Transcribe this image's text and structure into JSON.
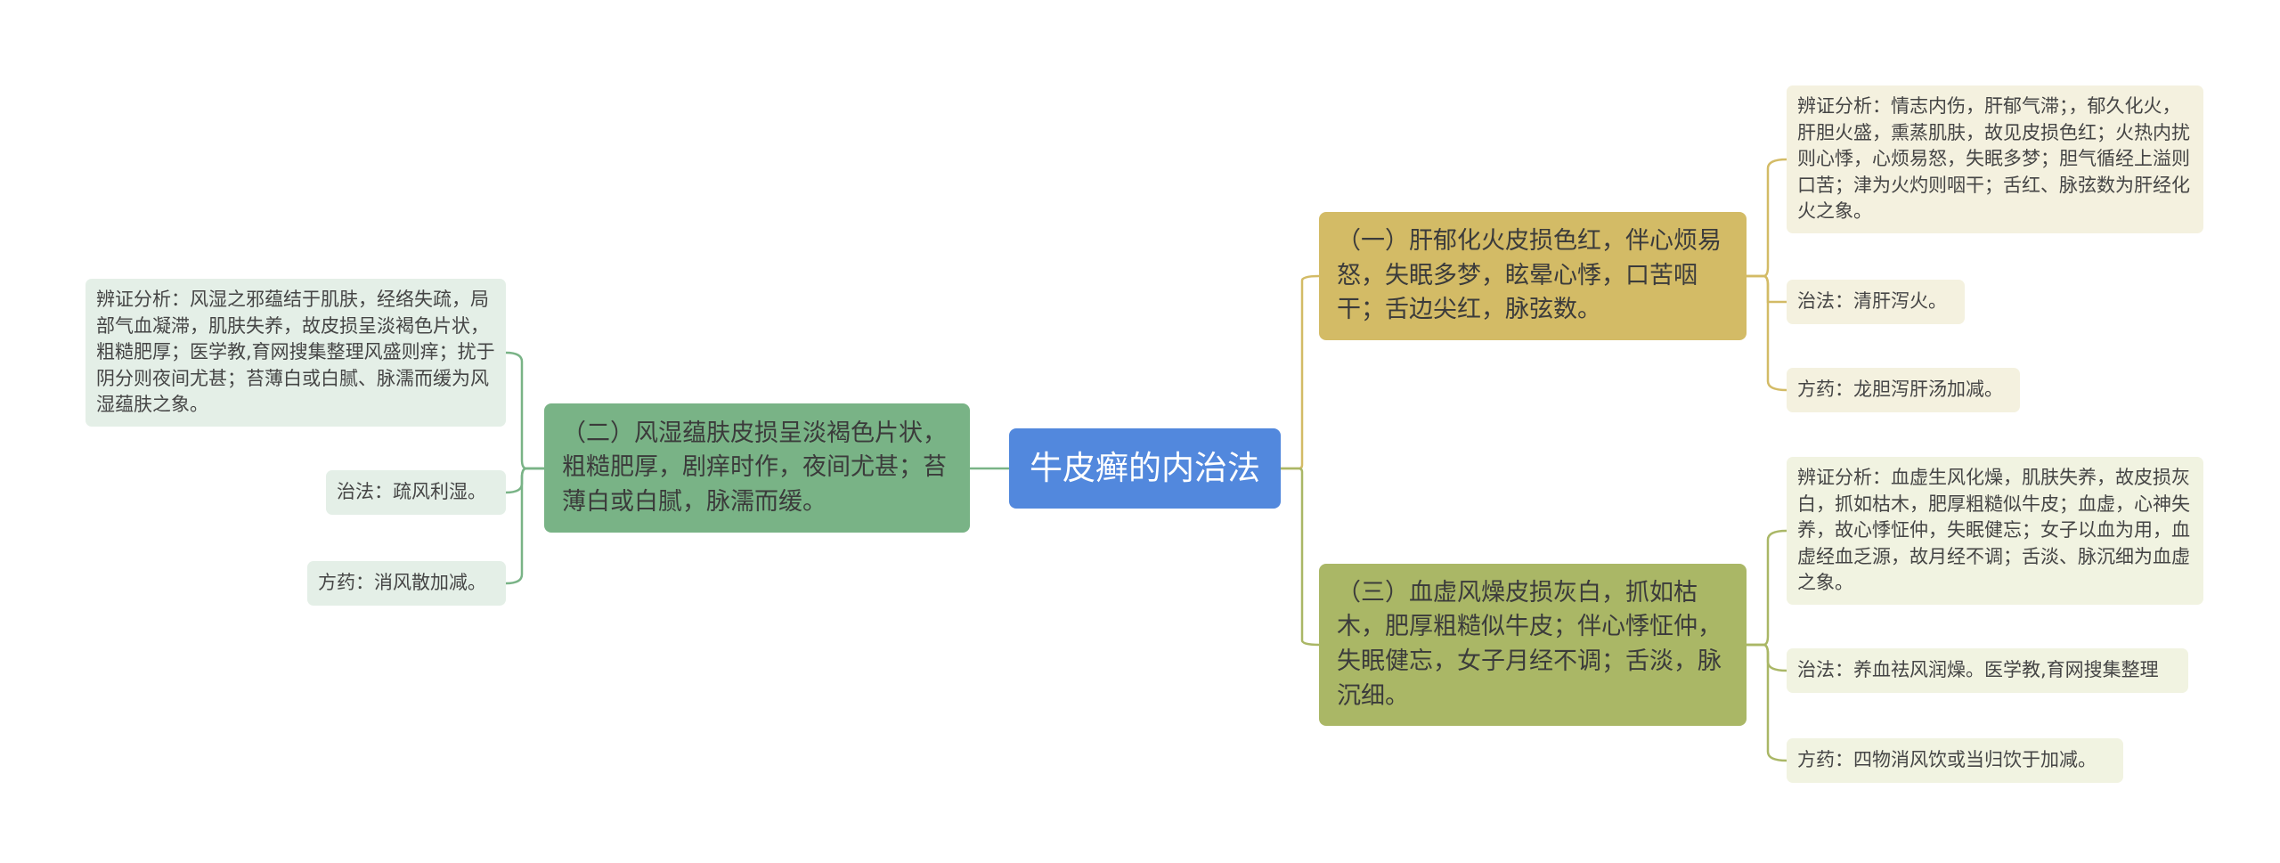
{
  "diagram": {
    "root": {
      "label": "牛皮癣的内治法"
    },
    "branches": [
      {
        "label": "（一）肝郁化火皮损色红，伴心烦易怒，失眠多梦，眩晕心悸，口苦咽干；舌边尖红，脉弦数。",
        "color": "#d3bb66",
        "details": [
          {
            "label": "辨证分析：情志内伤，肝郁气滞；，郁久化火，肝胆火盛，熏蒸肌肤，故见皮损色红；火热内扰则心悸，心烦易怒，失眠多梦；胆气循经上溢则口苦；津为火灼则咽干；舌红、脉弦数为肝经化火之象。"
          },
          {
            "label": "治法：清肝泻火。"
          },
          {
            "label": "方药：龙胆泻肝汤加减。"
          }
        ]
      },
      {
        "label": "（二）风湿蕴肤皮损呈淡褐色片状，粗糙肥厚，剧痒时作，夜间尤甚；苔薄白或白腻，脉濡而缓。",
        "color": "#79b386",
        "details": [
          {
            "label": "辨证分析：风湿之邪蕴结于肌肤，经络失疏，局部气血凝滞，肌肤失养，故皮损呈淡褐色片状，粗糙肥厚；医学教,育网搜集整理风盛则痒；扰于阴分则夜间尤甚；苔薄白或白腻、脉濡而缓为风湿蕴肤之象。"
          },
          {
            "label": "治法：疏风利湿。"
          },
          {
            "label": "方药：消风散加减。"
          }
        ]
      },
      {
        "label": "（三）血虚风燥皮损灰白，抓如枯木，肥厚粗糙似牛皮；伴心悸怔仲，失眠健忘，女子月经不调；舌淡，脉沉细。",
        "color": "#aab766",
        "details": [
          {
            "label": "辨证分析：血虚生风化燥，肌肤失养，故皮损灰白，抓如枯木，肥厚粗糙似牛皮；血虚，心神失养，故心悸怔仲，失眠健忘；女子以血为用，血虚经血乏源，故月经不调；舌淡、脉沉细为血虚之象。"
          },
          {
            "label": "治法：养血祛风润燥。医学教,育网搜集整理"
          },
          {
            "label": "方药：四物消风饮或当归饮于加减。"
          }
        ]
      }
    ]
  },
  "colors": {
    "root": "#5288dd",
    "branch_one": "#d3bb66",
    "branch_two": "#79b386",
    "branch_three": "#aab766",
    "leaf_yellow": "#f4f1df",
    "leaf_green": "#e4efe7",
    "leaf_olive": "#f1f3e1"
  }
}
